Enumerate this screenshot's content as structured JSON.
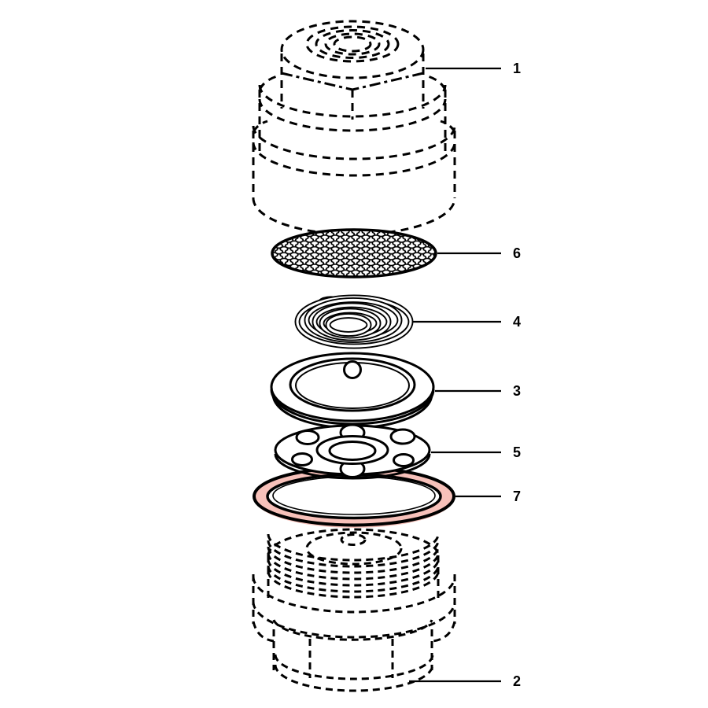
{
  "diagram": {
    "background_color": "#ffffff",
    "line_color": "#000000",
    "highlight_color": "#f7c1ba",
    "callouts": [
      {
        "number": "1"
      },
      {
        "number": "6"
      },
      {
        "number": "4"
      },
      {
        "number": "3"
      },
      {
        "number": "5"
      },
      {
        "number": "7"
      },
      {
        "number": "2"
      }
    ]
  }
}
